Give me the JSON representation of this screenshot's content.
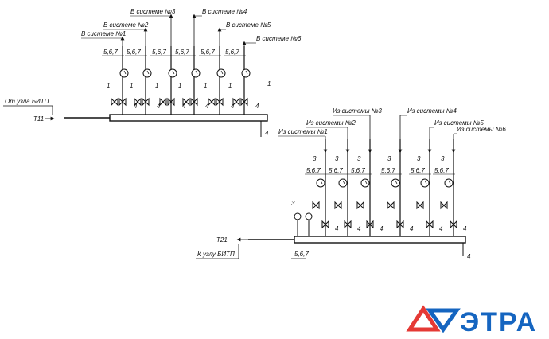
{
  "supply": {
    "from_label": "От узла БИТП",
    "pipe_code": "T11",
    "systems": [
      "В системе №1",
      "В системе №2",
      "В системе №3",
      "В системе №4",
      "В системе №5",
      "В системе №6"
    ],
    "ref_567": "5,6,7",
    "ref_1": "1",
    "ref_4": "4"
  },
  "return": {
    "to_label": "К узлу БИТП",
    "pipe_code": "T21",
    "systems": [
      "Из системы №1",
      "Из системы №2",
      "Из системы №3",
      "Из системы №4",
      "Из системы №5",
      "Из системы №6"
    ],
    "ref_567": "5,6,7",
    "ref_3": "3",
    "ref_4": "4"
  },
  "logo": {
    "text": "ЭТРА",
    "colors": {
      "red": "#e53935",
      "blue": "#1565c0"
    }
  }
}
